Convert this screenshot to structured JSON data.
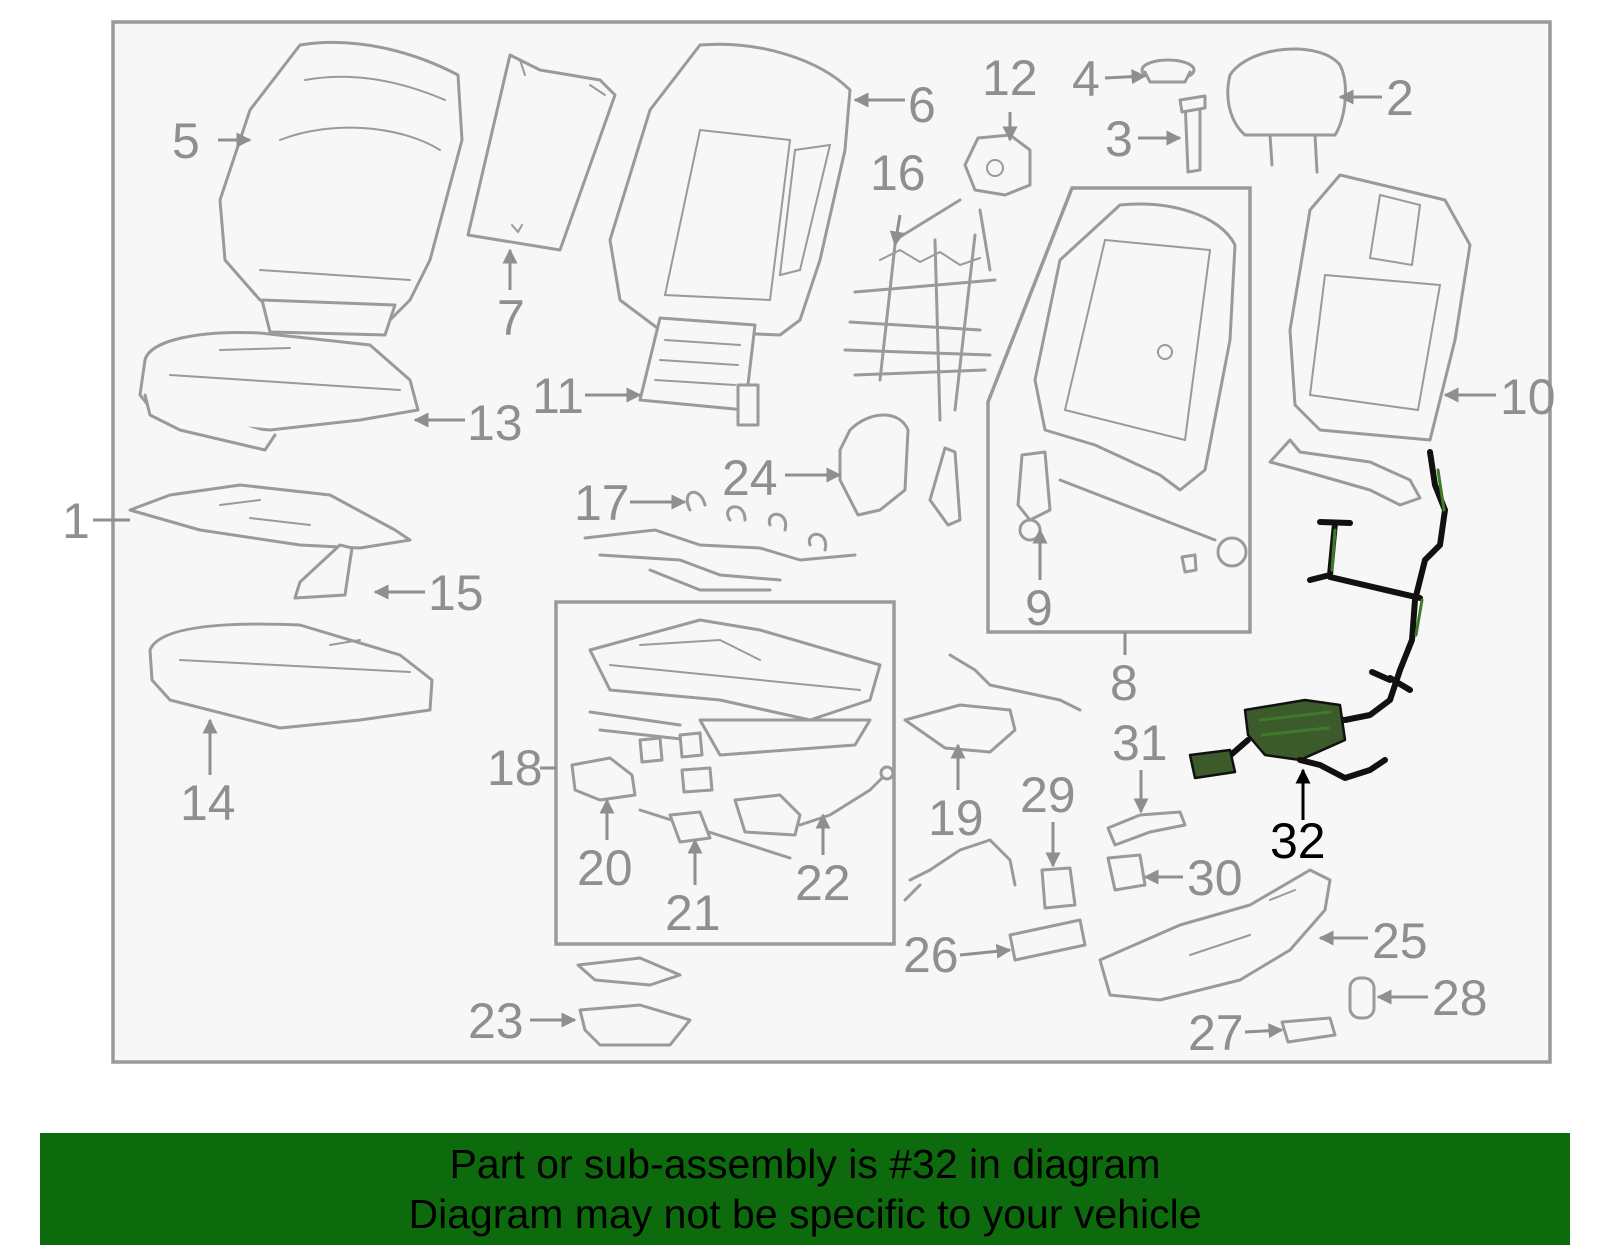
{
  "diagram": {
    "highlighted_callout": "32",
    "highlight_color": "#3c5a2a",
    "callouts": [
      {
        "id": "c1",
        "label": "1"
      },
      {
        "id": "c2",
        "label": "2"
      },
      {
        "id": "c3",
        "label": "3"
      },
      {
        "id": "c4",
        "label": "4"
      },
      {
        "id": "c5",
        "label": "5"
      },
      {
        "id": "c6",
        "label": "6"
      },
      {
        "id": "c7",
        "label": "7"
      },
      {
        "id": "c8",
        "label": "8"
      },
      {
        "id": "c9",
        "label": "9"
      },
      {
        "id": "c10",
        "label": "10"
      },
      {
        "id": "c11",
        "label": "11"
      },
      {
        "id": "c12",
        "label": "12"
      },
      {
        "id": "c13",
        "label": "13"
      },
      {
        "id": "c14",
        "label": "14"
      },
      {
        "id": "c15",
        "label": "15"
      },
      {
        "id": "c16",
        "label": "16"
      },
      {
        "id": "c17",
        "label": "17"
      },
      {
        "id": "c18",
        "label": "18"
      },
      {
        "id": "c19",
        "label": "19"
      },
      {
        "id": "c20",
        "label": "20"
      },
      {
        "id": "c21",
        "label": "21"
      },
      {
        "id": "c22",
        "label": "22"
      },
      {
        "id": "c23",
        "label": "23"
      },
      {
        "id": "c24",
        "label": "24"
      },
      {
        "id": "c25",
        "label": "25"
      },
      {
        "id": "c26",
        "label": "26"
      },
      {
        "id": "c27",
        "label": "27"
      },
      {
        "id": "c28",
        "label": "28"
      },
      {
        "id": "c29",
        "label": "29"
      },
      {
        "id": "c30",
        "label": "30"
      },
      {
        "id": "c31",
        "label": "31"
      },
      {
        "id": "c32",
        "label": "32"
      }
    ]
  },
  "banner": {
    "line1": "Part or sub-assembly is #32 in diagram",
    "line2": "Diagram may not be specific to your vehicle",
    "background_color": "#0d6a0d"
  }
}
